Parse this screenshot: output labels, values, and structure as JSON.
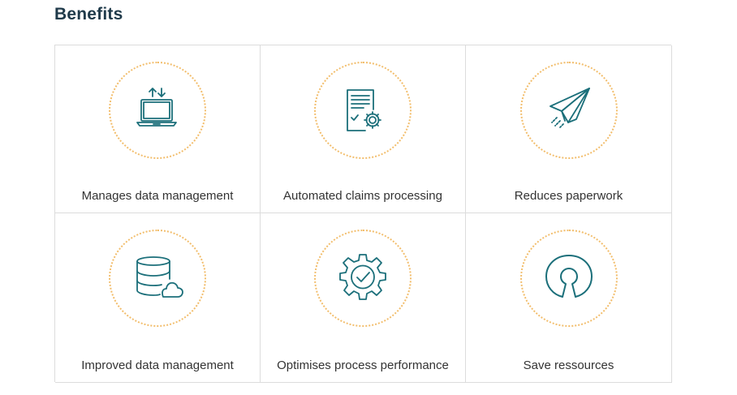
{
  "page": {
    "title": "Benefits"
  },
  "benefits": [
    {
      "label": "Manages data management",
      "icon": "laptop-sync-icon"
    },
    {
      "label": "Automated claims processing",
      "icon": "document-gear-icon"
    },
    {
      "label": "Reduces paperwork",
      "icon": "paper-plane-icon"
    },
    {
      "label": "Improved data management",
      "icon": "database-cloud-icon"
    },
    {
      "label": "Optimises process performance",
      "icon": "gear-check-icon"
    },
    {
      "label": "Save ressources",
      "icon": "open-source-icon"
    }
  ],
  "colors": {
    "title": "#1f3a4a",
    "icon_stroke": "#1b6f7a",
    "ring_dots": "#f2bd6b",
    "border": "#dcdcdc",
    "label": "#333333"
  }
}
